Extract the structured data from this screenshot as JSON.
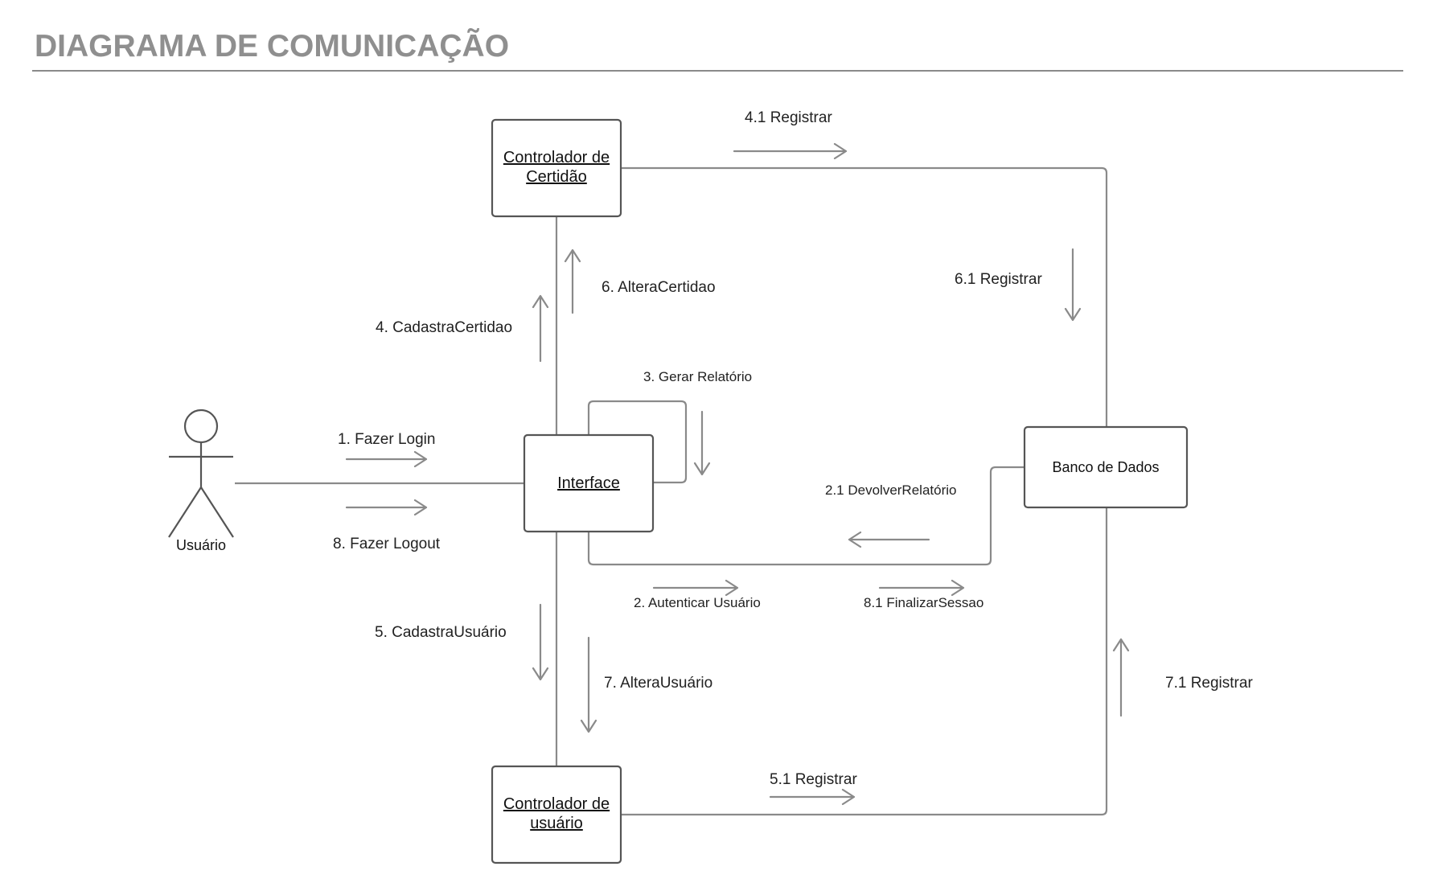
{
  "title": "DIAGRAMA DE COMUNICAÇÃO",
  "actor": {
    "label": "Usuário"
  },
  "objects": {
    "controlador_certidao": [
      "Controlador de",
      "Certidão"
    ],
    "interface": "Interface",
    "controlador_usuario": [
      "Controlador de",
      "usuário"
    ],
    "banco": "Banco de Dados"
  },
  "messages": {
    "m1": "1. Fazer Login",
    "m2": "2. Autenticar Usuário",
    "m2_1": "2.1 DevolverRelatório",
    "m3": "3. Gerar Relatório",
    "m4": "4. CadastraCertidao",
    "m4_1": "4.1 Registrar",
    "m5": "5. CadastraUsuário",
    "m5_1": "5.1 Registrar",
    "m6": "6. AlteraCertidao",
    "m6_1": "6.1 Registrar",
    "m7": "7. AlteraUsuário",
    "m7_1": "7.1 Registrar",
    "m8": "8. Fazer Logout",
    "m8_1": "8.1 FinalizarSessao"
  }
}
